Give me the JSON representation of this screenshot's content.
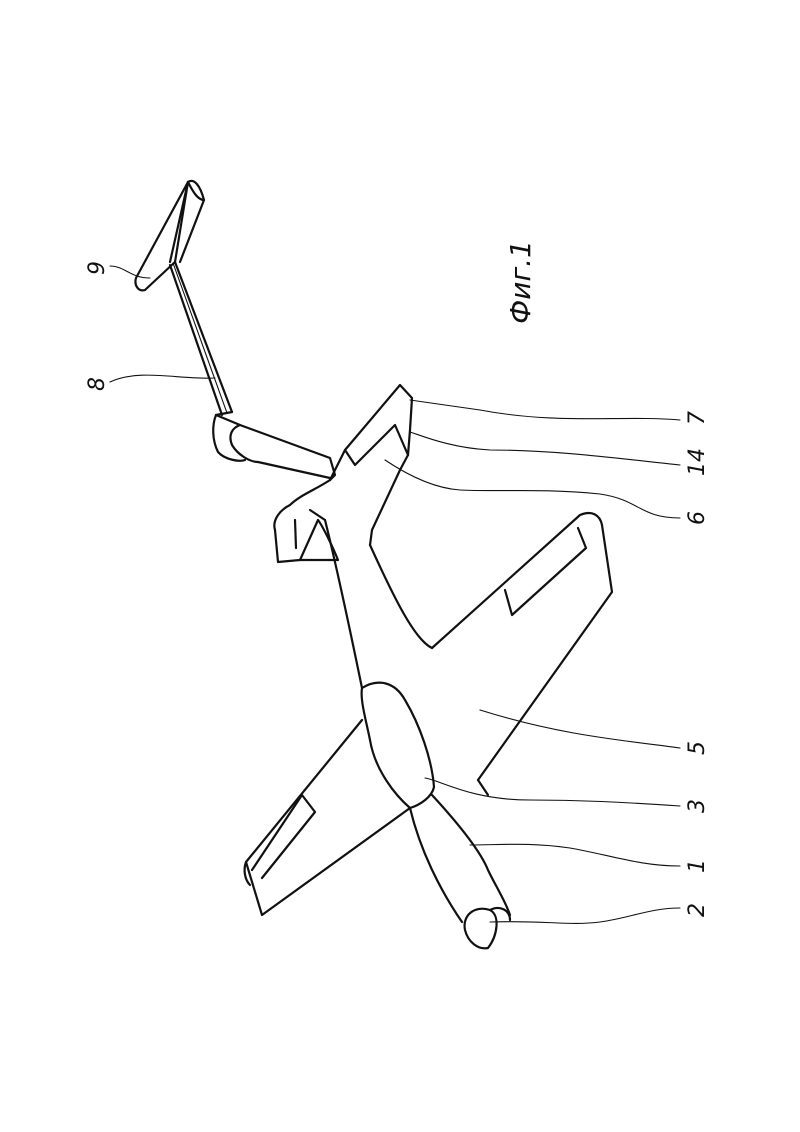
{
  "figure": {
    "caption": "Фиг.1",
    "labels": [
      {
        "id": "1",
        "text": "1"
      },
      {
        "id": "2",
        "text": "2"
      },
      {
        "id": "3",
        "text": "3"
      },
      {
        "id": "5",
        "text": "5"
      },
      {
        "id": "6",
        "text": "6"
      },
      {
        "id": "7",
        "text": "7"
      },
      {
        "id": "8",
        "text": "8"
      },
      {
        "id": "9",
        "text": "9"
      },
      {
        "id": "14",
        "text": "14"
      }
    ]
  }
}
